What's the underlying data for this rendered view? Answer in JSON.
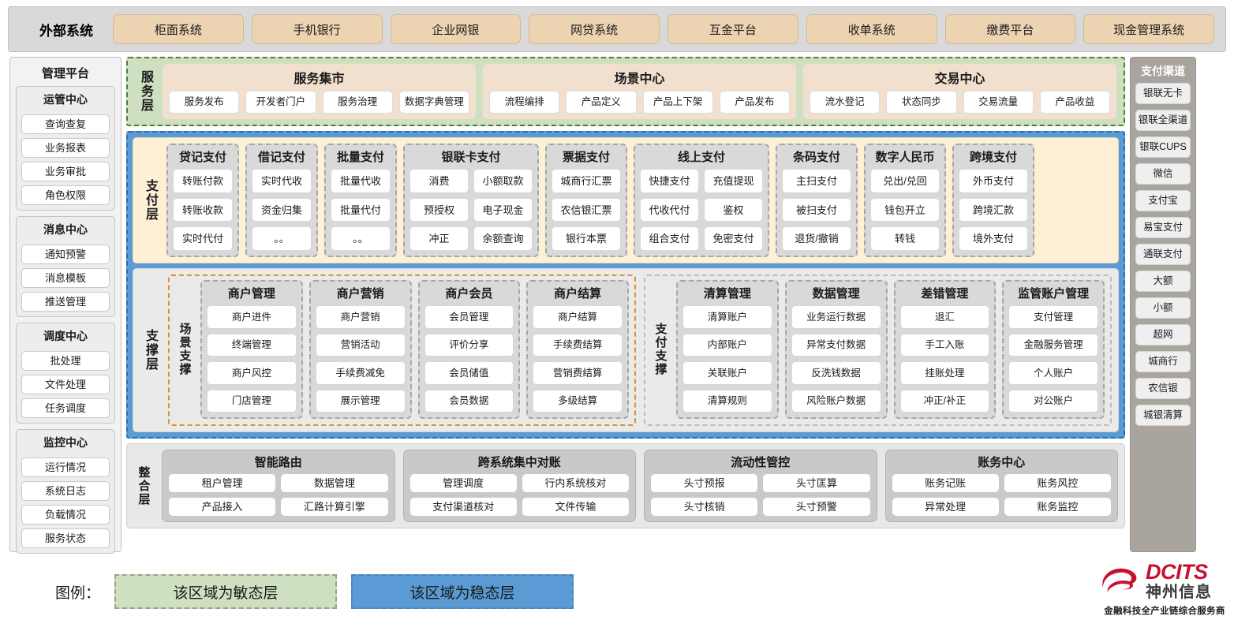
{
  "external": {
    "title": "外部系统",
    "items": [
      "柜面系统",
      "手机银行",
      "企业网银",
      "网贷系统",
      "互金平台",
      "收单系统",
      "缴费平台",
      "现金管理系统"
    ]
  },
  "management": {
    "title": "管理平台",
    "groups": [
      {
        "title": "运管中心",
        "items": [
          "查询查复",
          "业务报表",
          "业务审批",
          "角色权限"
        ]
      },
      {
        "title": "消息中心",
        "items": [
          "通知预警",
          "消息模板",
          "推送管理"
        ]
      },
      {
        "title": "调度中心",
        "items": [
          "批处理",
          "文件处理",
          "任务调度"
        ]
      },
      {
        "title": "监控中心",
        "items": [
          "运行情况",
          "系统日志",
          "负载情况",
          "服务状态"
        ]
      }
    ]
  },
  "channels": {
    "title": "支付渠道",
    "items": [
      "银联无卡",
      "银联全渠道",
      "银联CUPS",
      "微信",
      "支付宝",
      "易宝支付",
      "通联支付",
      "大额",
      "小额",
      "超网",
      "城商行",
      "农信银",
      "城银清算"
    ]
  },
  "service_layer": {
    "label": "服务层",
    "cards": [
      {
        "title": "服务集市",
        "items": [
          "服务发布",
          "开发者门户",
          "服务治理",
          "数据字典管理"
        ]
      },
      {
        "title": "场景中心",
        "items": [
          "流程编排",
          "产品定义",
          "产品上下架",
          "产品发布"
        ]
      },
      {
        "title": "交易中心",
        "items": [
          "流水登记",
          "状态同步",
          "交易流量",
          "产品收益"
        ]
      }
    ]
  },
  "pay_layer": {
    "label": "支付层",
    "groups": [
      {
        "title": "贷记支付",
        "cols": 1,
        "width": 92,
        "items": [
          [
            "转账付款",
            "转账收款",
            "实时代付"
          ]
        ]
      },
      {
        "title": "借记支付",
        "cols": 1,
        "width": 92,
        "items": [
          [
            "实时代收",
            "资金归集",
            "。。"
          ]
        ]
      },
      {
        "title": "批量支付",
        "cols": 1,
        "width": 92,
        "items": [
          [
            "批量代收",
            "批量代付",
            "。。"
          ]
        ]
      },
      {
        "title": "银联卡支付",
        "cols": 2,
        "width": 172,
        "items": [
          [
            "消费",
            "预授权",
            "冲正"
          ],
          [
            "小额取款",
            "电子现金",
            "余额查询"
          ]
        ]
      },
      {
        "title": "票据支付",
        "cols": 1,
        "width": 104,
        "items": [
          [
            "城商行汇票",
            "农信银汇票",
            "银行本票"
          ]
        ]
      },
      {
        "title": "线上支付",
        "cols": 2,
        "width": 172,
        "items": [
          [
            "快捷支付",
            "代收代付",
            "组合支付"
          ],
          [
            "充值提现",
            "鉴权",
            "免密支付"
          ]
        ]
      },
      {
        "title": "条码支付",
        "cols": 1,
        "width": 104,
        "items": [
          [
            "主扫支付",
            "被扫支付",
            "退货/撤销"
          ]
        ]
      },
      {
        "title": "数字人民币",
        "cols": 1,
        "width": 104,
        "items": [
          [
            "兑出/兑回",
            "钱包开立",
            "转钱"
          ]
        ]
      },
      {
        "title": "跨境支付",
        "cols": 1,
        "width": 104,
        "items": [
          [
            "外币支付",
            "跨境汇款",
            "境外支付"
          ]
        ]
      }
    ]
  },
  "support_layer": {
    "label": "支撑层",
    "zones": [
      {
        "label": "场景支撑",
        "groups": [
          {
            "title": "商户管理",
            "items": [
              "商户进件",
              "终端管理",
              "商户风控",
              "门店管理"
            ]
          },
          {
            "title": "商户营销",
            "items": [
              "商户营销",
              "营销活动",
              "手续费减免",
              "展示管理"
            ]
          },
          {
            "title": "商户会员",
            "items": [
              "会员管理",
              "评价分享",
              "会员储值",
              "会员数据"
            ]
          },
          {
            "title": "商户结算",
            "items": [
              "商户结算",
              "手续费结算",
              "营销费结算",
              "多级结算"
            ]
          }
        ]
      },
      {
        "label": "支付支撑",
        "groups": [
          {
            "title": "清算管理",
            "items": [
              "清算账户",
              "内部账户",
              "关联账户",
              "清算规则"
            ]
          },
          {
            "title": "数据管理",
            "items": [
              "业务运行数据",
              "异常支付数据",
              "反洗钱数据",
              "风险账户数据"
            ]
          },
          {
            "title": "差错管理",
            "items": [
              "退汇",
              "手工入账",
              "挂账处理",
              "冲正/补正"
            ]
          },
          {
            "title": "监管账户管理",
            "items": [
              "支付管理",
              "金融服务管理",
              "个人账户",
              "对公账户"
            ]
          }
        ]
      }
    ]
  },
  "integration_layer": {
    "label": "整合层",
    "groups": [
      {
        "title": "智能路由",
        "items": [
          "租户管理",
          "数据管理",
          "产品接入",
          "汇路计算引擎"
        ]
      },
      {
        "title": "跨系统集中对账",
        "items": [
          "管理调度",
          "行内系统核对",
          "支付渠道核对",
          "文件传输"
        ]
      },
      {
        "title": "流动性管控",
        "items": [
          "头寸预报",
          "头寸匡算",
          "头寸核销",
          "头寸预警"
        ]
      },
      {
        "title": "账务中心",
        "items": [
          "账务记账",
          "账务风控",
          "异常处理",
          "账务监控"
        ]
      }
    ]
  },
  "legend": {
    "label": "图例：",
    "agile": "该区域为敏态层",
    "stable": "该区域为稳态层",
    "agile_color": "#cfe0c0",
    "stable_color": "#5b9bd5"
  },
  "logo": {
    "brand": "DCITS",
    "cn": "神州信息",
    "tagline": "金融科技全产业链综合服务商",
    "color": "#c8102e"
  }
}
